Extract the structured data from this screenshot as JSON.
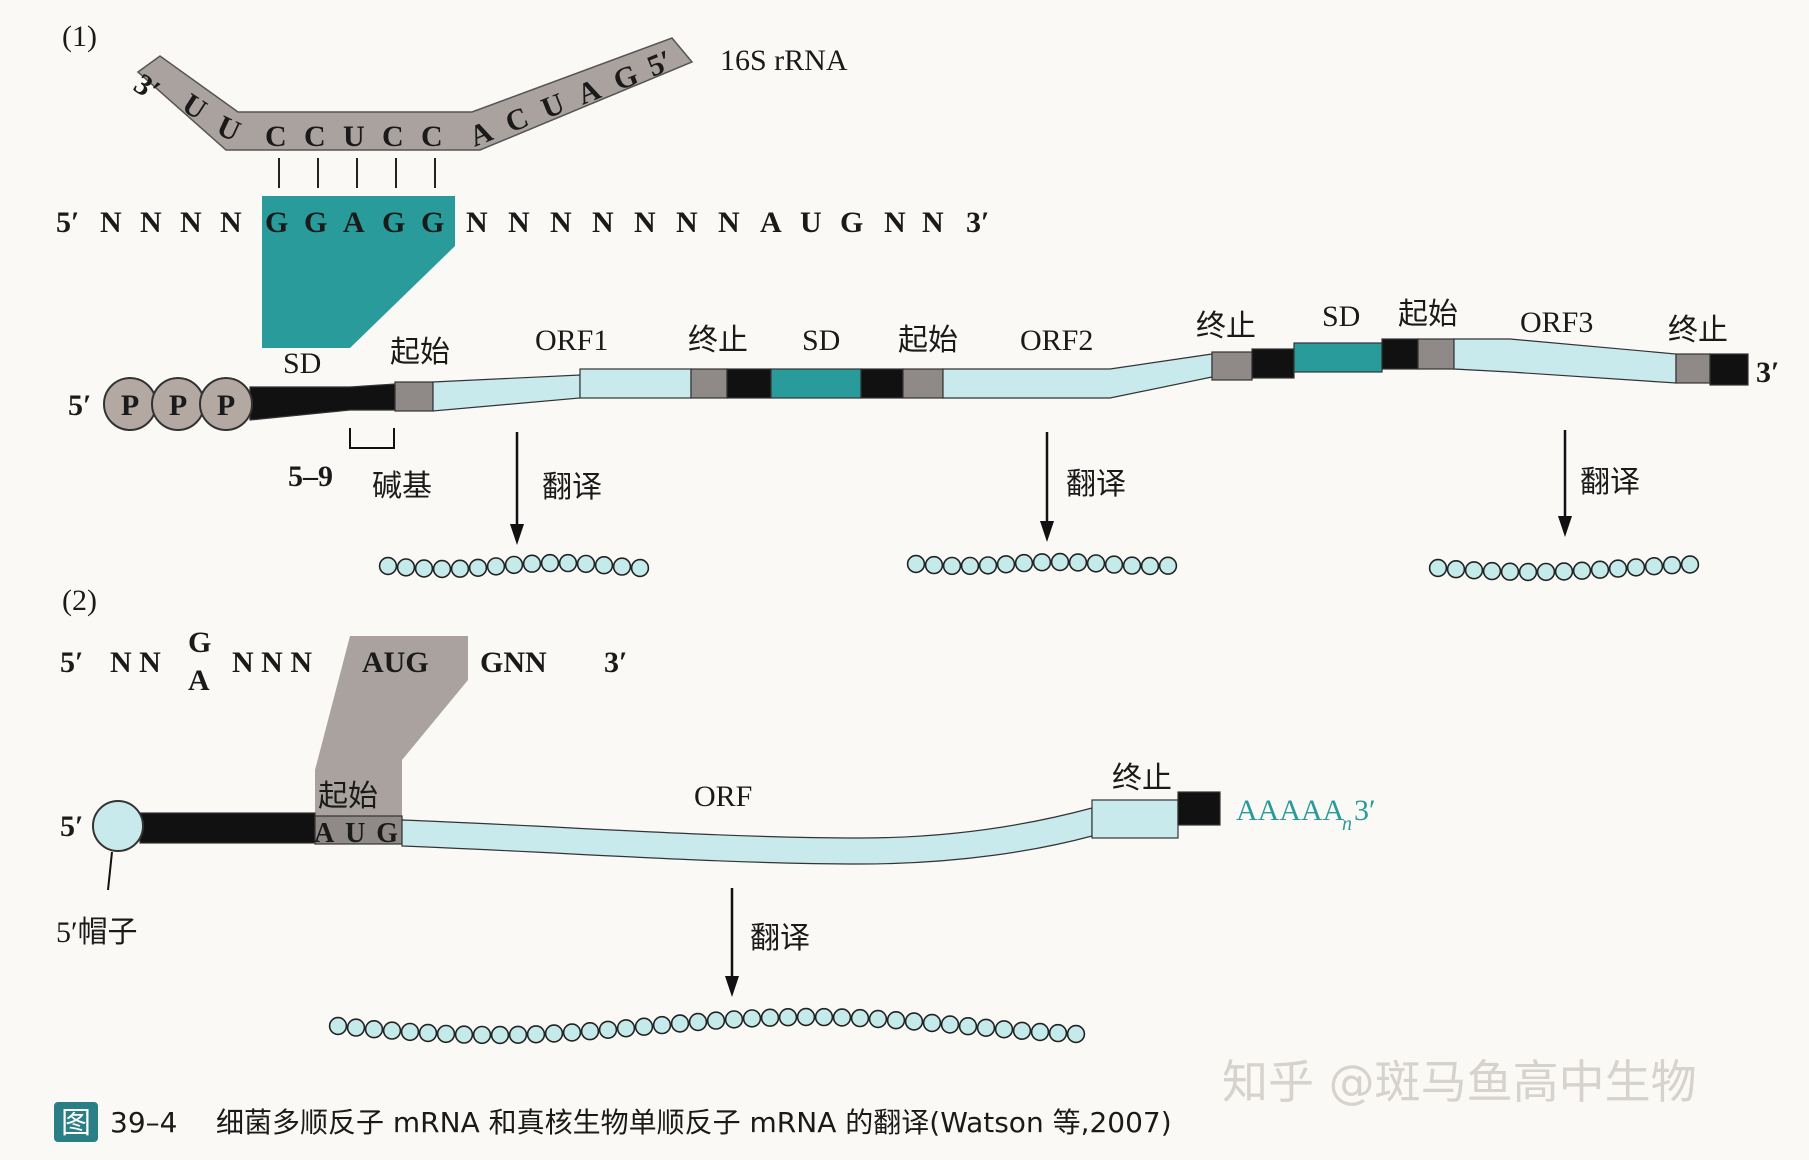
{
  "panel1": {
    "label": "(1)",
    "rrna_label": "16S rRNA",
    "rrna_3prime": "3′",
    "rrna_5prime": "5′",
    "rrna_bases_left": [
      "U",
      "U"
    ],
    "rrna_bases_mid": [
      "C",
      "C",
      "U",
      "C",
      "C"
    ],
    "rrna_bases_right": [
      "A",
      "C",
      "U",
      "A",
      "G"
    ],
    "seq_5prime": "5′",
    "seq_prefix": [
      "N",
      "N",
      "N",
      "N"
    ],
    "seq_sd": [
      "G",
      "G",
      "A",
      "G",
      "G"
    ],
    "seq_suffix": [
      "N",
      "N",
      "N",
      "N",
      "N",
      "N",
      "N",
      "A",
      "U",
      "G",
      "N",
      "N"
    ],
    "seq_3prime": "3′",
    "p_caps": [
      "P",
      "P",
      "P"
    ],
    "mrna_5prime": "5′",
    "mrna_3prime": "3′",
    "sd1": "SD",
    "start1": "起始",
    "orf1": "ORF1",
    "stop1": "终止",
    "sd2": "SD",
    "start2": "起始",
    "orf2": "ORF2",
    "stop2": "终止",
    "sd3": "SD",
    "start3": "起始",
    "orf3": "ORF3",
    "stop3": "终止",
    "spacer_num": "5–9",
    "spacer_unit": "碱基",
    "translate1": "翻译",
    "translate2": "翻译",
    "translate3": "翻译"
  },
  "panel2": {
    "label": "(2)",
    "seq_5prime": "5′",
    "seq_prefix": "N N",
    "seq_ga_top": "G",
    "seq_ga_bottom": "A",
    "seq_mid": "N N N",
    "seq_aug": "AUG",
    "seq_suffix": "GNN",
    "seq_3prime": "3′",
    "mrna_5prime": "5′",
    "start": "起始",
    "start_codon": "AUG",
    "orf": "ORF",
    "stop": "终止",
    "polya": "AAAAA",
    "polya_n": "n",
    "polya_3prime": "3′",
    "cap_label": "5′帽子",
    "translate": "翻译"
  },
  "caption": {
    "icon_text": "图",
    "number": "39–4",
    "text": "细菌多顺反子 mRNA 和真核生物单顺反子 mRNA 的翻译(Watson 等,2007)"
  },
  "watermark": "知乎 @斑马鱼高中生物",
  "colors": {
    "teal": "#2a9b9b",
    "orf": "#c8eaec",
    "gray_box": "#8f8a88",
    "black": "#111111",
    "rrna": "#a9a29f",
    "cap": "#b3a8a2",
    "bead": "#c5eaea",
    "polya": "#2a9b9b",
    "caption_icon": "#2a7f86"
  }
}
